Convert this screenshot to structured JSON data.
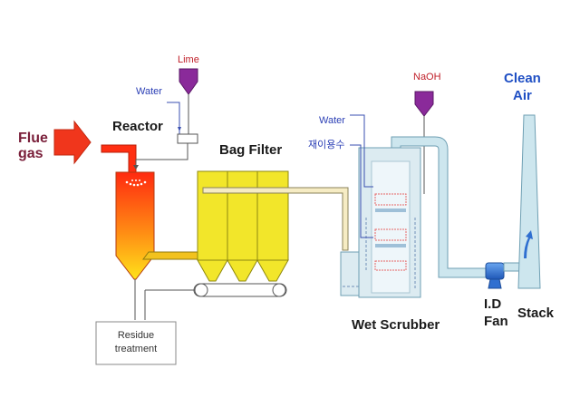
{
  "labels": {
    "flue_gas": [
      "Flue",
      "gas"
    ],
    "reactor": "Reactor",
    "lime": "Lime",
    "water_reactor": "Water",
    "bag_filter": "Bag Filter",
    "water_scrubber": "Water",
    "reuse_water": "재이용수",
    "naoh": "NaOH",
    "clean_air": [
      "Clean",
      "Air"
    ],
    "wet_scrubber": "Wet Scrubber",
    "id_fan": [
      "I.D",
      "Fan"
    ],
    "stack": "Stack",
    "residue_treatment": [
      "Residue",
      "treatment"
    ]
  },
  "colors": {
    "reactor_top": "#ff2a10",
    "reactor_bottom": "#ffe21a",
    "bag_filter": "#f2e62a",
    "lime_hopper": "#8a2a9a",
    "naoh_hopper": "#8a2a9a",
    "duct": "#cde6ee",
    "duct_stroke": "#6e9fb3",
    "scrubber": "#dcebf1",
    "flue_arrow": "#f0361c",
    "fan": "#2f6fd0",
    "packing": "#e56565"
  }
}
